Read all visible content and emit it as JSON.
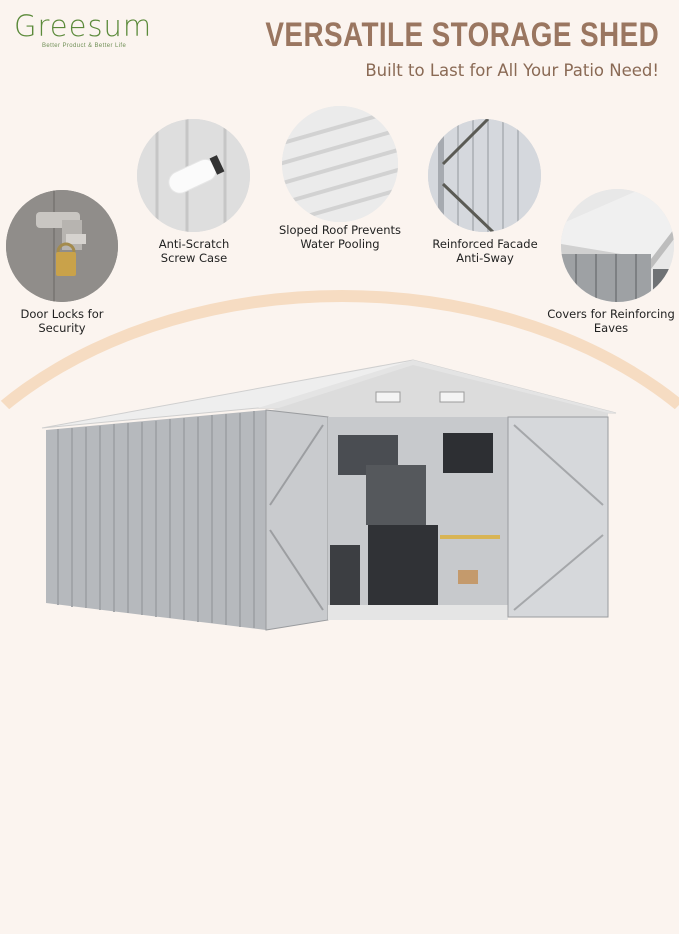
{
  "brand": {
    "name": "Greesum",
    "tagline": "Better Product & Better Life",
    "color": "#5b8a3a"
  },
  "header": {
    "title": "VERSATILE STORAGE SHED",
    "subtitle": "Built to Last for All Your Patio Need!",
    "title_color": "#9a7660"
  },
  "features": [
    {
      "label_line1": "Door Locks for",
      "label_line2": "Security",
      "icon": "padlock-latch-icon"
    },
    {
      "label_line1": "Anti-Scratch",
      "label_line2": "Screw Case",
      "icon": "screw-cap-icon"
    },
    {
      "label_line1": "Sloped Roof Prevents",
      "label_line2": "Water Pooling",
      "icon": "sloped-roof-icon"
    },
    {
      "label_line1": "Reinforced Facade",
      "label_line2": "Anti-Sway",
      "icon": "diagonal-brace-icon"
    },
    {
      "label_line1": "Covers for Reinforcing",
      "label_line2": "Eaves",
      "icon": "eave-cover-icon"
    }
  ],
  "product": {
    "image": "metal-storage-shed-image",
    "shed_color": "#b9bcc0"
  },
  "colors": {
    "background": "#fbf4ef",
    "arc": "#f6dcc2"
  }
}
